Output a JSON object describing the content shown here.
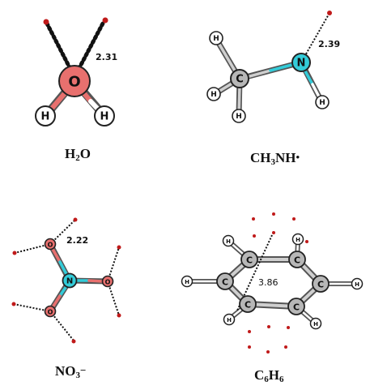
{
  "colors": {
    "oxygen": "#e8706e",
    "nitrogen": "#33ccd9",
    "carbon": "#b7b7b7",
    "hydrogen": "#ffffff",
    "probe": "#c01a1a",
    "bond_dark": "#555555"
  },
  "panels": {
    "water": {
      "formula_main": "H",
      "formula_sub": "2",
      "formula_tail": "O",
      "distance": "2.31",
      "atoms": {
        "o": "O",
        "h1": "H",
        "h2": "H"
      }
    },
    "methylamine": {
      "formula_main": "CH",
      "formula_sub": "3",
      "formula_tail": "NH",
      "formula_sup": "•",
      "distance": "2.39",
      "atoms": {
        "c": "C",
        "n": "N",
        "h1": "H",
        "h2": "H",
        "h3": "H",
        "h4": "H"
      }
    },
    "nitrate": {
      "formula_main": "NO",
      "formula_sub": "3",
      "formula_sup": "−",
      "distance": "2.22",
      "atoms": {
        "n": "N",
        "o1": "O",
        "o2": "O",
        "o3": "O"
      }
    },
    "benzene": {
      "formula_main": "C",
      "formula_sub1": "6",
      "formula_mid": "H",
      "formula_sub2": "6",
      "distance": "3.86",
      "atoms": {
        "c": "C",
        "h": "H"
      }
    }
  }
}
